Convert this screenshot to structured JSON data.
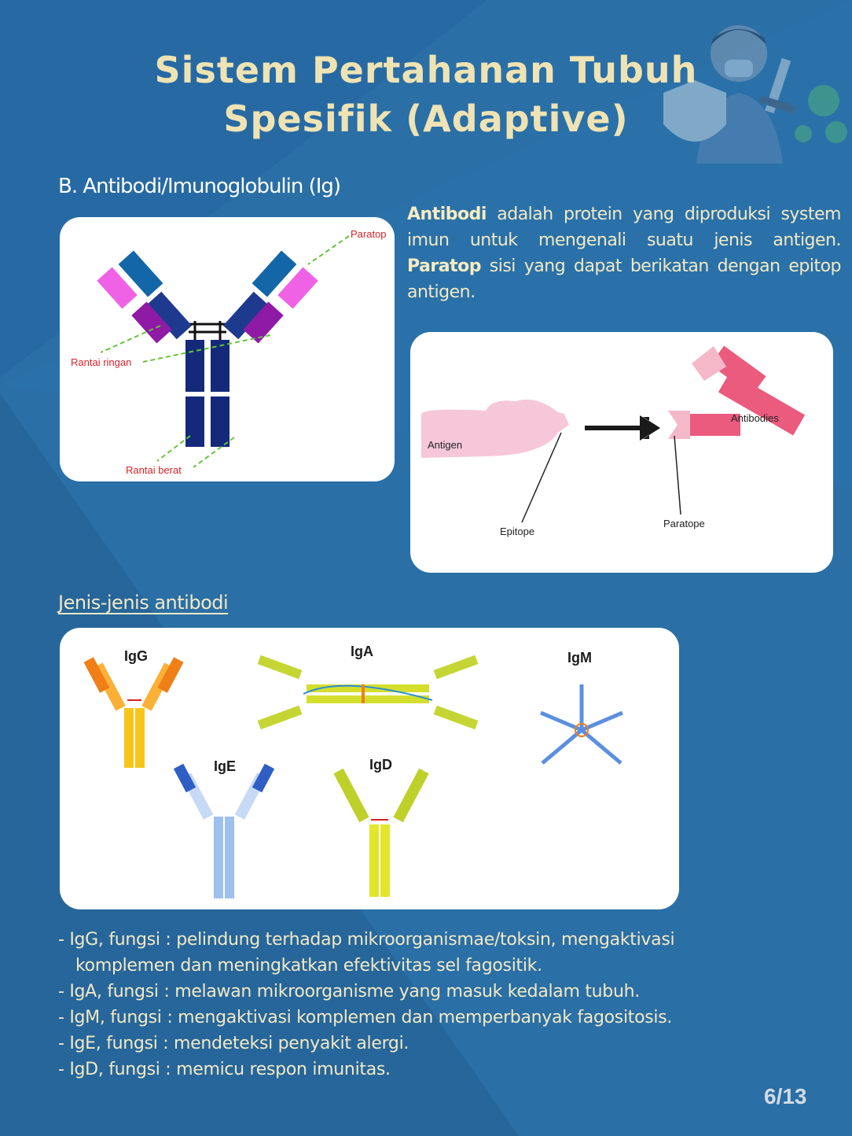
{
  "header": {
    "title_line1": "Sistem Pertahanan Tubuh",
    "title_line2": "Spesifik (Adaptive)"
  },
  "section": {
    "heading": "B. Antibodi/Imunoglobulin (Ig)"
  },
  "structure_figure": {
    "labels": {
      "paratop": "Paratop",
      "light_chain": "Rantai ringan",
      "heavy_chain": "Rantai berat"
    }
  },
  "description": {
    "term1": "Antibodi",
    "text1": " adalah protein yang diproduksi system imun untuk mengenali suatu jenis antigen.",
    "term2": "Paratop",
    "text2": " sisi yang dapat berikatan dengan epitop antigen."
  },
  "binding_figure": {
    "labels": {
      "antigen": "Antigen",
      "epitope": "Epitope",
      "antibodies": "Antibodies",
      "paratope": "Paratope"
    }
  },
  "types": {
    "heading": "Jenis-jenis antibodi",
    "labels": {
      "igg": "IgG",
      "iga": "IgA",
      "igm": "IgM",
      "ige": "IgE",
      "igd": "IgD"
    },
    "functions": [
      "- IgG, fungsi : pelindung terhadap mikroorganismae/toksin, mengaktivasi komplemen dan meningkatkan efektivitas sel fagositik.",
      "- IgA, fungsi : melawan mikroorganisme yang masuk kedalam tubuh.",
      "- IgM, fungsi : mengaktivasi komplemen dan memperbanyak fagositosis.",
      "- IgE, fungsi : mendeteksi penyakit alergi.",
      "- IgD, fungsi : memicu respon imunitas."
    ]
  },
  "footer": {
    "page": "6/13"
  },
  "colors": {
    "background": "#2a6fa6",
    "title": "#efe3b4",
    "body_text": "#f3e9c4",
    "card": "#ffffff"
  }
}
